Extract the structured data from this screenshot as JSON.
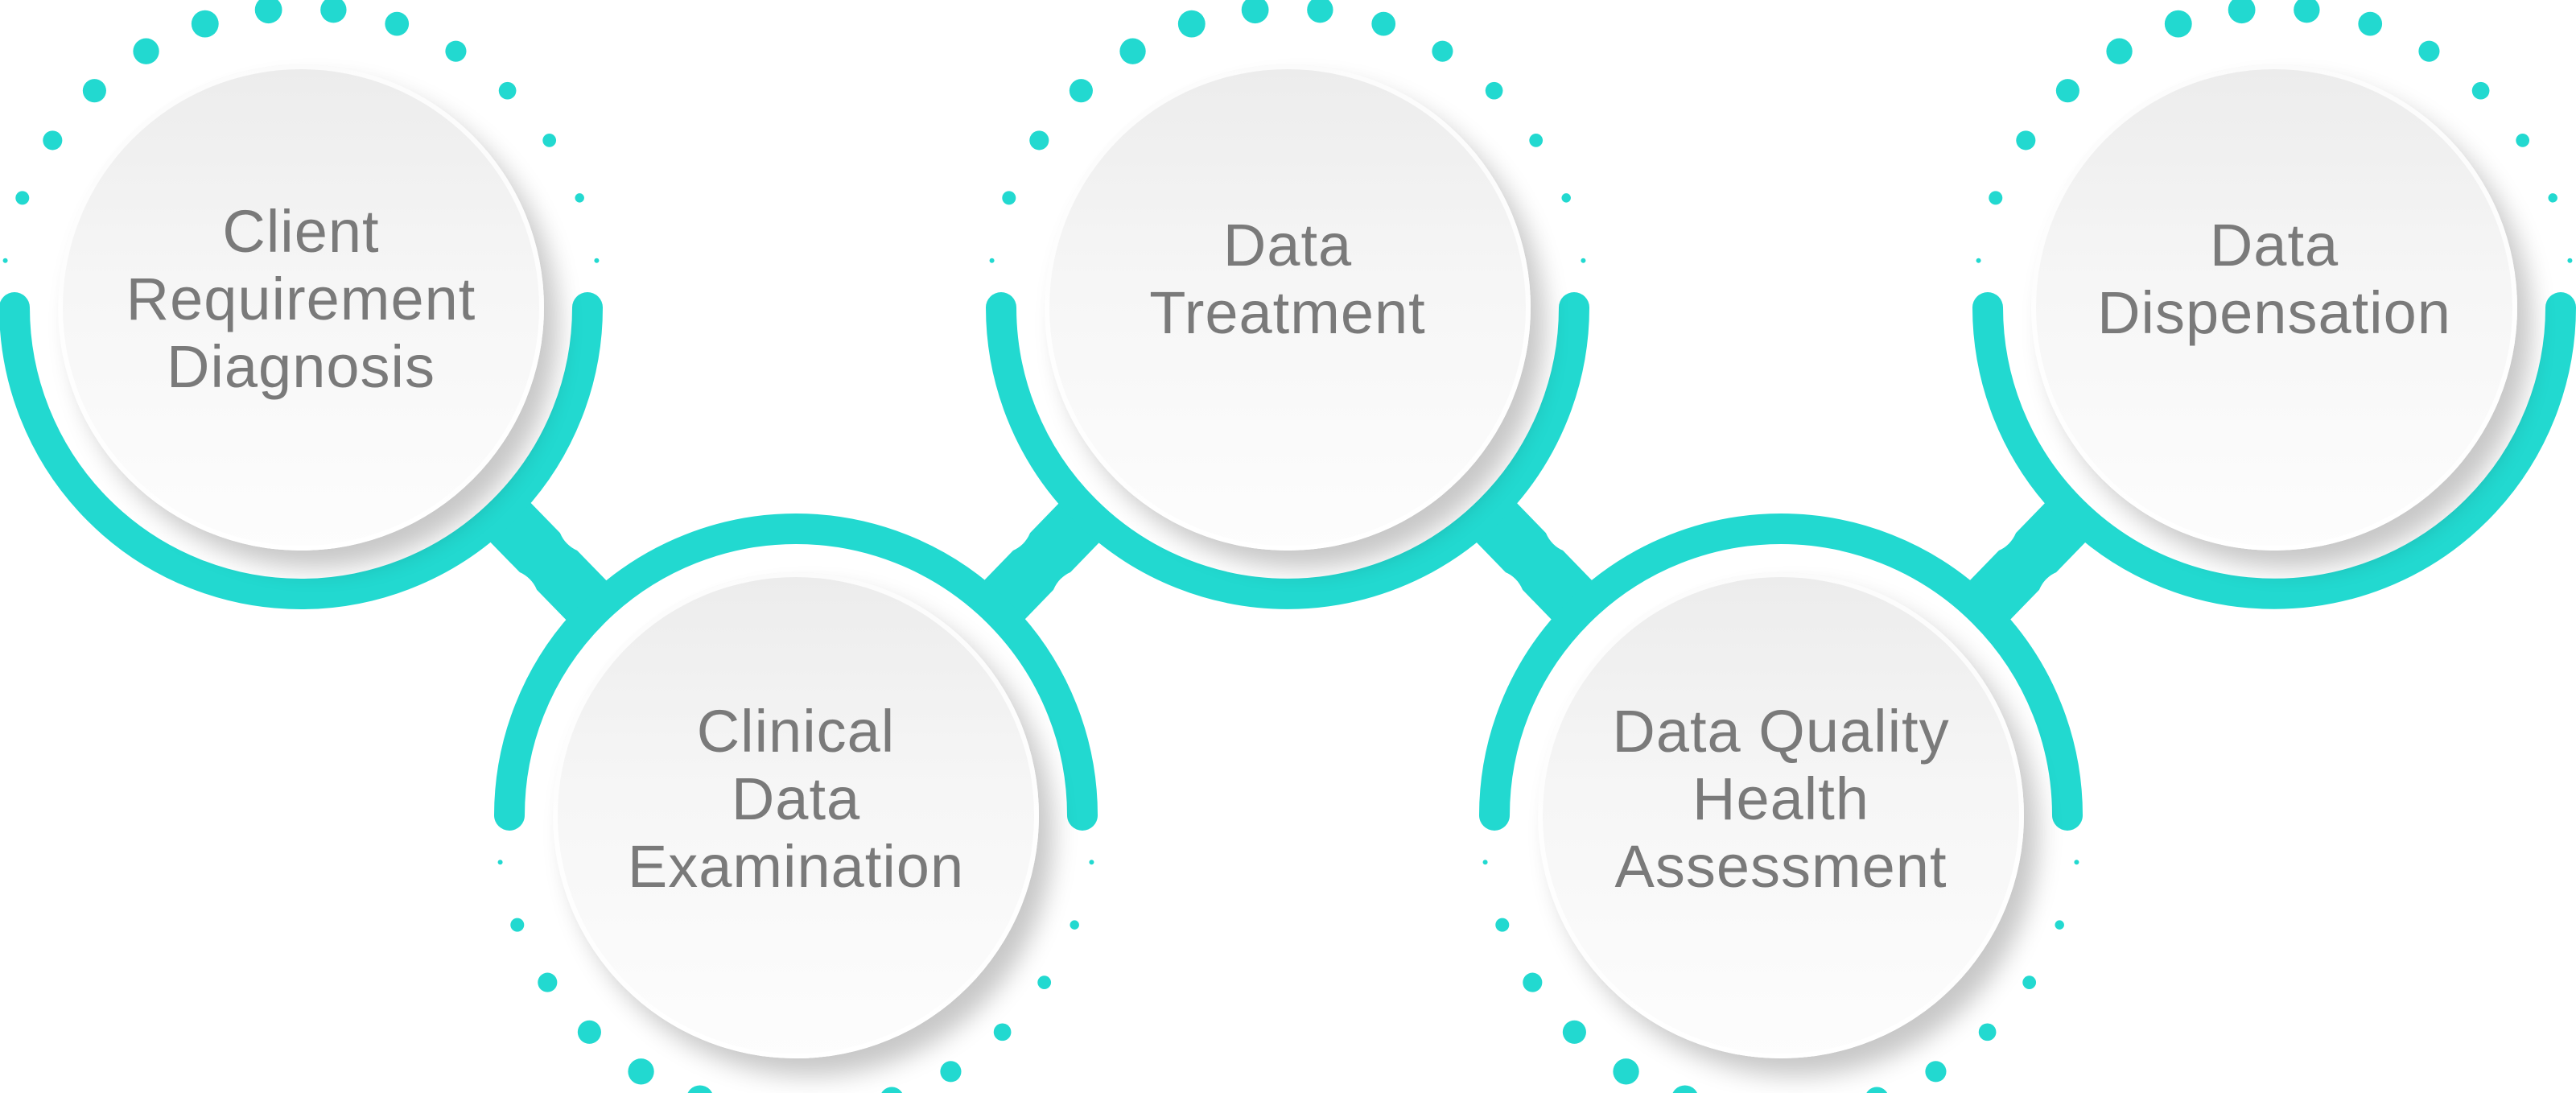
{
  "accent_color": "#22D9D0",
  "steps": [
    {
      "label": "Client\nRequirement\nDiagnosis",
      "row": "top"
    },
    {
      "label": "Clinical\nData\nExamination",
      "row": "bottom"
    },
    {
      "label": "Data\nTreatment",
      "row": "top"
    },
    {
      "label": "Data Quality\nHealth\nAssessment",
      "row": "bottom"
    },
    {
      "label": "Data\nDispensation",
      "row": "top"
    }
  ]
}
